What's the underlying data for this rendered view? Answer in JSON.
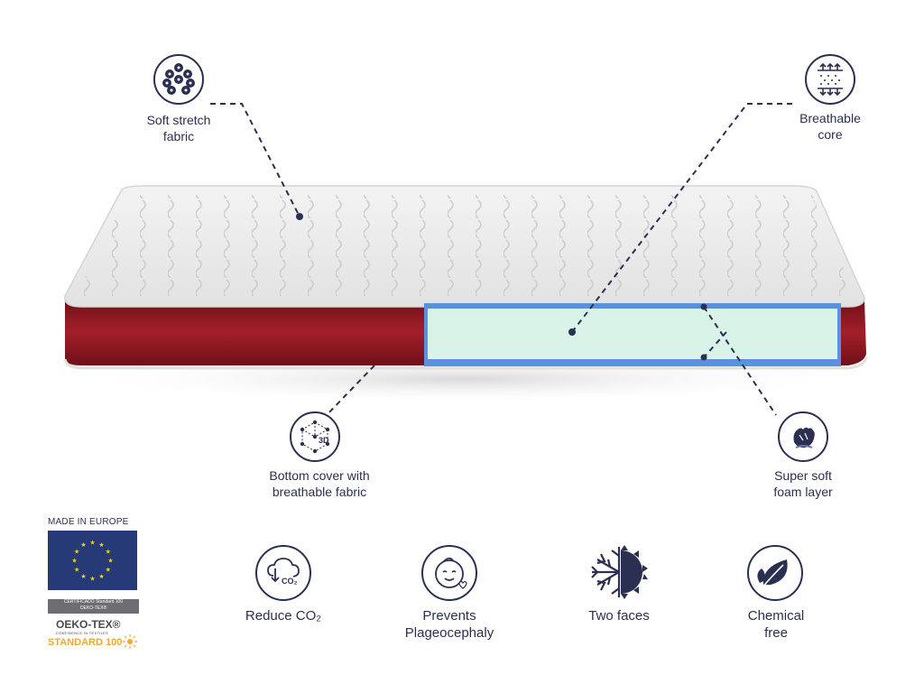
{
  "callouts": {
    "soft_stretch": {
      "line1": "Soft stretch",
      "line2": "fabric",
      "icon": "grid-dots-icon"
    },
    "breathable_core": {
      "line1": "Breathable",
      "line2": "core",
      "icon": "airflow-icon"
    },
    "bottom_cover": {
      "line1": "Bottom cover with",
      "line2": "breathable fabric",
      "icon": "3d-mesh-icon",
      "icon_text": "3D"
    },
    "super_soft": {
      "line1": "Super soft",
      "line2": "foam layer",
      "icon": "hand-press-icon"
    }
  },
  "features": [
    {
      "line1": "Reduce CO₂",
      "line2": "",
      "icon": "co2-cloud-icon",
      "icon_text": "CO₂"
    },
    {
      "line1": "Prevents",
      "line2": "Plageocephaly",
      "icon": "baby-face-icon"
    },
    {
      "line1": "Two faces",
      "line2": "",
      "icon": "snowflake-sun-icon"
    },
    {
      "line1": "Chemical",
      "line2": "free",
      "icon": "leaf-icon"
    }
  ],
  "badges": {
    "made_in": "MADE IN EUROPE",
    "cert_line1": "CERTIFICADO Standard 100",
    "cert_line2": "OEKO-TEX®",
    "oeko_name": "OEKO-TEX®",
    "oeko_tagline": "CONFIDENCE IN TEXTILES",
    "oeko_standard": "STANDARD 100"
  },
  "colors": {
    "ink": "#2b2f52",
    "mattress_side": "#8e1a22",
    "core": "#d9f3e8",
    "core_edge": "#5b8fe0",
    "eu_blue": "#263a78",
    "eu_star": "#f6d31c",
    "oeko_orange": "#f0a732"
  }
}
